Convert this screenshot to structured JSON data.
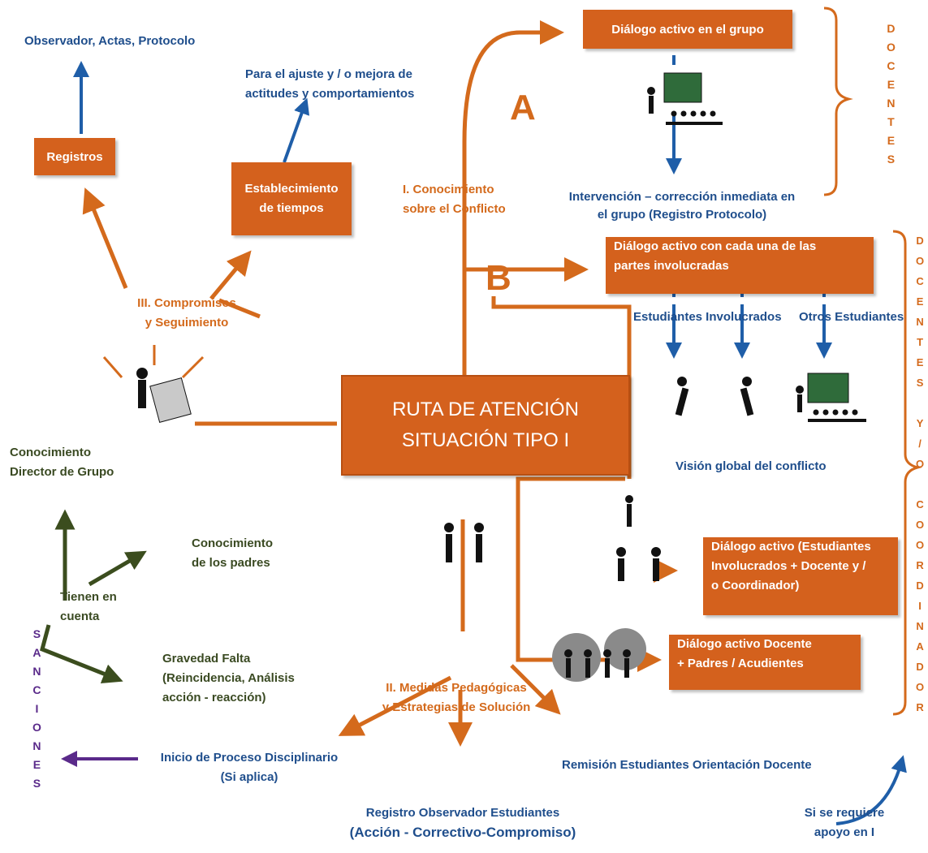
{
  "center": {
    "line1": "RUTA DE ATENCIÓN",
    "line2": "SITUACIÓN TIPO I"
  },
  "sections": {
    "I": {
      "line1": "I. Conocimiento",
      "line2": "sobre el Conflicto"
    },
    "II": {
      "line1": "II.  Medidas Pedagógicas",
      "line2": "y Estrategias de Solución"
    },
    "III": {
      "line1": "III. Compromisos",
      "line2": "y Seguimiento"
    }
  },
  "letters": {
    "a": "A",
    "b": "B"
  },
  "branch_a": {
    "box": "Diálogo activo en el grupo",
    "intervention_line1": "Intervención – corrección inmediata en",
    "intervention_line2": "el grupo  (Registro Protocolo)"
  },
  "branch_b": {
    "box_line1": "Diálogo activo con cada una de las",
    "box_line2": "partes involucradas",
    "students_involved": "Estudiantes Involucrados",
    "other_students": "Otros Estudiantes",
    "global_vision": "Visión global del conflicto",
    "dialog2_line1": "Diálogo activo (Estudiantes",
    "dialog2_line2": "Involucrados + Docente y /",
    "dialog2_line3": "o Coordinador)",
    "dialog3_line1": "Diálogo activo Docente",
    "dialog3_line2": "+ Padres / Acudientes"
  },
  "commitments": {
    "registros": "Registros",
    "observador": "Observador, Actas, Protocolo",
    "tiempos_line1": "Establecimiento",
    "tiempos_line2": "de tiempos",
    "ajuste_line1": "Para el ajuste y / o mejora de",
    "ajuste_line2": "actitudes y comportamientos"
  },
  "considerations": {
    "director_line1": "Conocimiento",
    "director_line2": "Director de Grupo",
    "padres_line1": "Conocimiento",
    "padres_line2": "de los padres",
    "tienen_line1": "Tienen en",
    "tienen_line2": "cuenta",
    "gravedad_line1": "Gravedad Falta",
    "gravedad_line2": "(Reincidencia, Análisis",
    "gravedad_line3": "acción - reacción)"
  },
  "outcomes": {
    "proceso_line1": "Inicio de Proceso Disciplinario",
    "proceso_line2": "(Si aplica)",
    "registro_line1": "Registro Observador Estudiantes",
    "registro_line2": "(Acción - Correctivo-Compromiso)",
    "remision": "Remisión Estudiantes Orientación Docente",
    "apoyo_line1": "Si se requiere",
    "apoyo_line2": "apoyo en I"
  },
  "vertical_labels": {
    "docentes": [
      "D",
      "O",
      "C",
      "E",
      "N",
      "T",
      "E",
      "S"
    ],
    "docentes_coordinador": [
      "D",
      "O",
      "C",
      "E",
      "N",
      "T",
      "E",
      "S",
      "",
      "Y",
      "/",
      "O",
      "",
      "C",
      "O",
      "O",
      "R",
      "D",
      "I",
      "N",
      "A",
      "D",
      "O",
      "R"
    ],
    "sanciones": [
      "S",
      "A",
      "N",
      "C",
      "I",
      "O",
      "N",
      "E",
      "S"
    ]
  },
  "colors": {
    "box_orange": "#d4611d",
    "arrow_orange": "#d46a1c",
    "text_blue": "#1f4e8c",
    "arrow_green": "#3b4d1e",
    "arrow_purple": "#5a2a8a"
  }
}
